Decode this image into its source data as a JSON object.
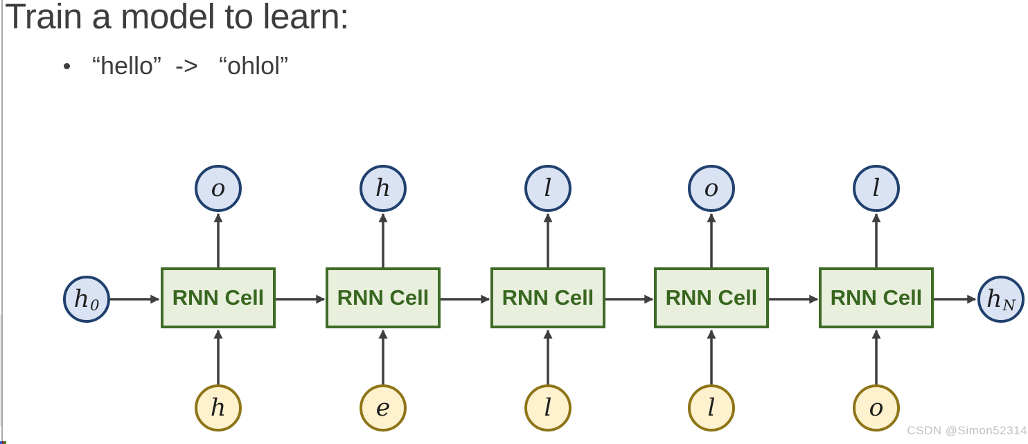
{
  "title": "Train a model to learn:",
  "bullet": {
    "marker": "•",
    "text": "“hello”  ->   “ohlol”"
  },
  "watermark": "CSDN @Simon52314",
  "diagram": {
    "cell_label": "RNN Cell",
    "initial_hidden": "h",
    "initial_hidden_sub": "0",
    "final_hidden": "h",
    "final_hidden_sub": "N",
    "inputs": [
      "h",
      "e",
      "l",
      "l",
      "o"
    ],
    "outputs": [
      "o",
      "h",
      "l",
      "o",
      "l"
    ],
    "input_word": "hello",
    "output_word": "ohlol",
    "colors": {
      "box_fill": "#e8f0dd",
      "box_border": "#3e6b26",
      "box_text": "#38661f",
      "output_fill": "#dae3f4",
      "output_border": "#20406e",
      "input_fill": "#fdf2cd",
      "input_border": "#8f7519",
      "arrow": "#3f3f3f",
      "title_text": "#3d3d3d",
      "watermark": "#c2c1c1"
    }
  }
}
